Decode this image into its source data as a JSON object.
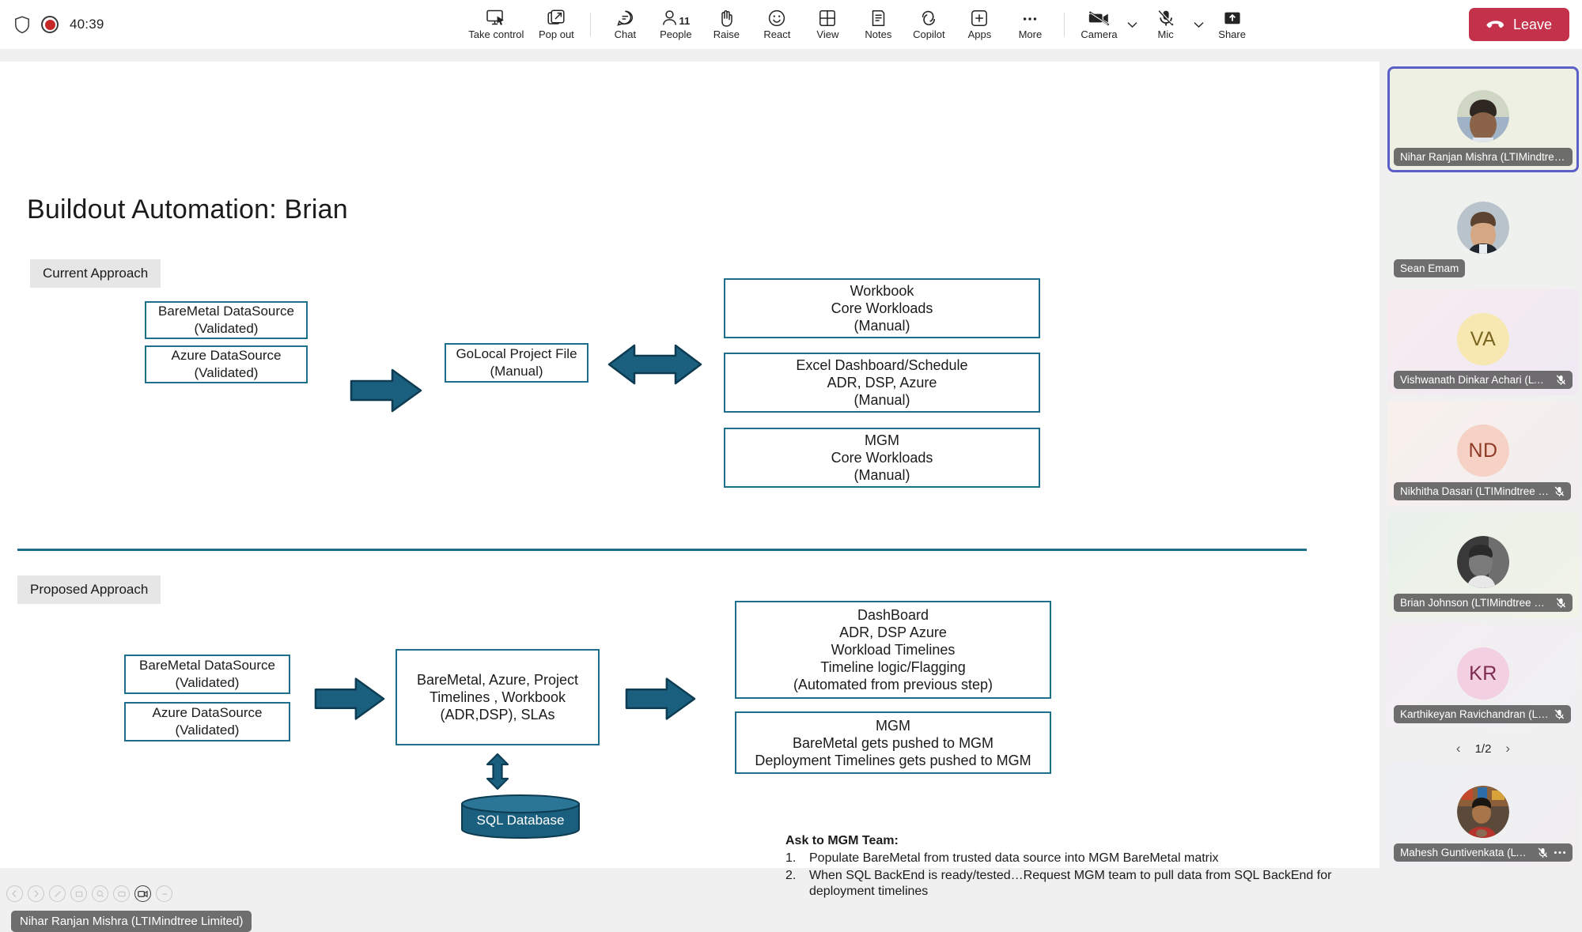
{
  "topbar": {
    "timer": "40:39",
    "shield_icon": "shield-icon",
    "record_icon": "recording-indicator-icon",
    "buttons": [
      {
        "label": "Take control",
        "icon": "take-control-icon",
        "name": "take-control-button"
      },
      {
        "label": "Pop out",
        "icon": "pop-out-icon",
        "name": "pop-out-button"
      },
      {
        "label": "Chat",
        "icon": "chat-icon",
        "name": "chat-button"
      },
      {
        "label": "People",
        "icon": "people-icon",
        "name": "people-button",
        "badge": "11"
      },
      {
        "label": "Raise",
        "icon": "raise-hand-icon",
        "name": "raise-hand-button"
      },
      {
        "label": "React",
        "icon": "react-emoji-icon",
        "name": "react-button"
      },
      {
        "label": "View",
        "icon": "view-grid-icon",
        "name": "view-button"
      },
      {
        "label": "Notes",
        "icon": "notes-icon",
        "name": "notes-button"
      },
      {
        "label": "Copilot",
        "icon": "copilot-icon",
        "name": "copilot-button"
      },
      {
        "label": "Apps",
        "icon": "apps-plus-icon",
        "name": "apps-button"
      },
      {
        "label": "More",
        "icon": "more-ellipsis-icon",
        "name": "more-button"
      }
    ],
    "camera": {
      "label": "Camera",
      "icon": "camera-off-icon",
      "state": "off"
    },
    "mic": {
      "label": "Mic",
      "icon": "mic-off-icon",
      "state": "off"
    },
    "share": {
      "label": "Share",
      "icon": "share-screen-icon"
    },
    "leave_label": "Leave",
    "leave_color": "#c4314b"
  },
  "slide": {
    "title": "Buildout Automation:  Brian",
    "current_label": "Current Approach",
    "proposed_label": "Proposed Approach",
    "accent_color": "#1e6f8e",
    "arrow_color": "#1a5f7e",
    "current": {
      "sources": [
        {
          "line1": "BareMetal DataSource",
          "line2": "(Validated)"
        },
        {
          "line1": "Azure DataSource",
          "line2": "(Validated)"
        }
      ],
      "middle": {
        "line1": "GoLocal Project File",
        "line2": "(Manual)"
      },
      "outputs": [
        {
          "line1": "Workbook",
          "line2": "Core Workloads",
          "line3": "(Manual)"
        },
        {
          "line1": "Excel Dashboard/Schedule",
          "line2": "ADR, DSP, Azure",
          "line3": "(Manual)"
        },
        {
          "line1": "MGM",
          "line2": "Core Workloads",
          "line3": "(Manual)"
        }
      ]
    },
    "proposed": {
      "sources": [
        {
          "line1": "BareMetal DataSource",
          "line2": "(Validated)"
        },
        {
          "line1": "Azure DataSource",
          "line2": "(Validated)"
        }
      ],
      "middle": {
        "line1": "BareMetal, Azure, Project",
        "line2": "Timelines , Workbook",
        "line3": "(ADR,DSP), SLAs"
      },
      "database_label": "SQL Database",
      "outputs": [
        {
          "line1": "DashBoard",
          "line2": "ADR, DSP Azure",
          "line3": "Workload Timelines",
          "line4": "Timeline logic/Flagging",
          "line5": "(Automated from previous step)"
        },
        {
          "line1": "MGM",
          "line2": "BareMetal gets pushed to MGM",
          "line3": "Deployment Timelines gets pushed to MGM"
        }
      ]
    },
    "ask": {
      "title": "Ask to MGM Team:",
      "items": [
        {
          "num": "1.",
          "text": "Populate BareMetal from trusted data source into MGM BareMetal matrix"
        },
        {
          "num": "2.",
          "text": "When SQL BackEnd is ready/tested…Request MGM team to pull data from SQL BackEnd for deployment timelines"
        }
      ]
    }
  },
  "annotation_toolbar": {
    "buttons": [
      {
        "name": "undo-button",
        "icon": "undo-arrow-icon",
        "active": false
      },
      {
        "name": "redo-button",
        "icon": "redo-arrow-icon",
        "active": false
      },
      {
        "name": "pen-button",
        "icon": "pen-icon",
        "active": false
      },
      {
        "name": "stamp-button",
        "icon": "stamp-icon",
        "active": false
      },
      {
        "name": "zoom-button",
        "icon": "magnifier-icon",
        "active": false
      },
      {
        "name": "comment-button",
        "icon": "comment-icon",
        "active": false
      },
      {
        "name": "stop-sharing-button",
        "icon": "screen-share-stop-icon",
        "active": true
      },
      {
        "name": "minimize-button",
        "icon": "minimize-icon",
        "active": false
      }
    ],
    "presenter_name": "Nihar Ranjan Mishra (LTIMindtree Limited)"
  },
  "roster": {
    "page_indicator": "1/2",
    "prev_icon": "chevron-left-icon",
    "next_icon": "chevron-right-icon",
    "participants": [
      {
        "name": "Nihar Ranjan Mishra (LTIMindtree…",
        "type": "photo",
        "active": true,
        "muted": false,
        "bg": "#edf0e2",
        "photo": "portrait-nihar"
      },
      {
        "name": "Sean Emam",
        "type": "photo",
        "active": false,
        "muted": false,
        "bg": "#eef1ee",
        "photo": "portrait-sean"
      },
      {
        "name": "Vishwanath Dinkar Achari (LT…",
        "type": "initials",
        "initials": "VA",
        "active": false,
        "muted": true,
        "bg": "#f5e9f0",
        "circle": "#f7e7b0",
        "fg": "#7a6520"
      },
      {
        "name": "Nikhitha Dasari (LTIMindtree …",
        "type": "initials",
        "initials": "ND",
        "active": false,
        "muted": true,
        "bg": "#f6eeea",
        "circle": "#f6d2c6",
        "fg": "#8e3a24"
      },
      {
        "name": "Brian Johnson (LTIMindtree L…",
        "type": "photo",
        "active": false,
        "muted": true,
        "bg": "#e9f1e9",
        "photo": "portrait-brian"
      },
      {
        "name": "Karthikeyan Ravichandran (L…",
        "type": "initials",
        "initials": "KR",
        "active": false,
        "muted": true,
        "bg": "#f2eef2",
        "circle": "#f3cfe2",
        "fg": "#7d2a50"
      },
      {
        "name": "Mahesh Guntivenkata (LT…",
        "type": "photo",
        "active": false,
        "muted": true,
        "overflow": true,
        "bg": "#eef0f3",
        "photo": "portrait-mahesh"
      }
    ],
    "mute_icon": "mic-muted-icon",
    "overflow_icon": "more-ellipsis-icon"
  }
}
